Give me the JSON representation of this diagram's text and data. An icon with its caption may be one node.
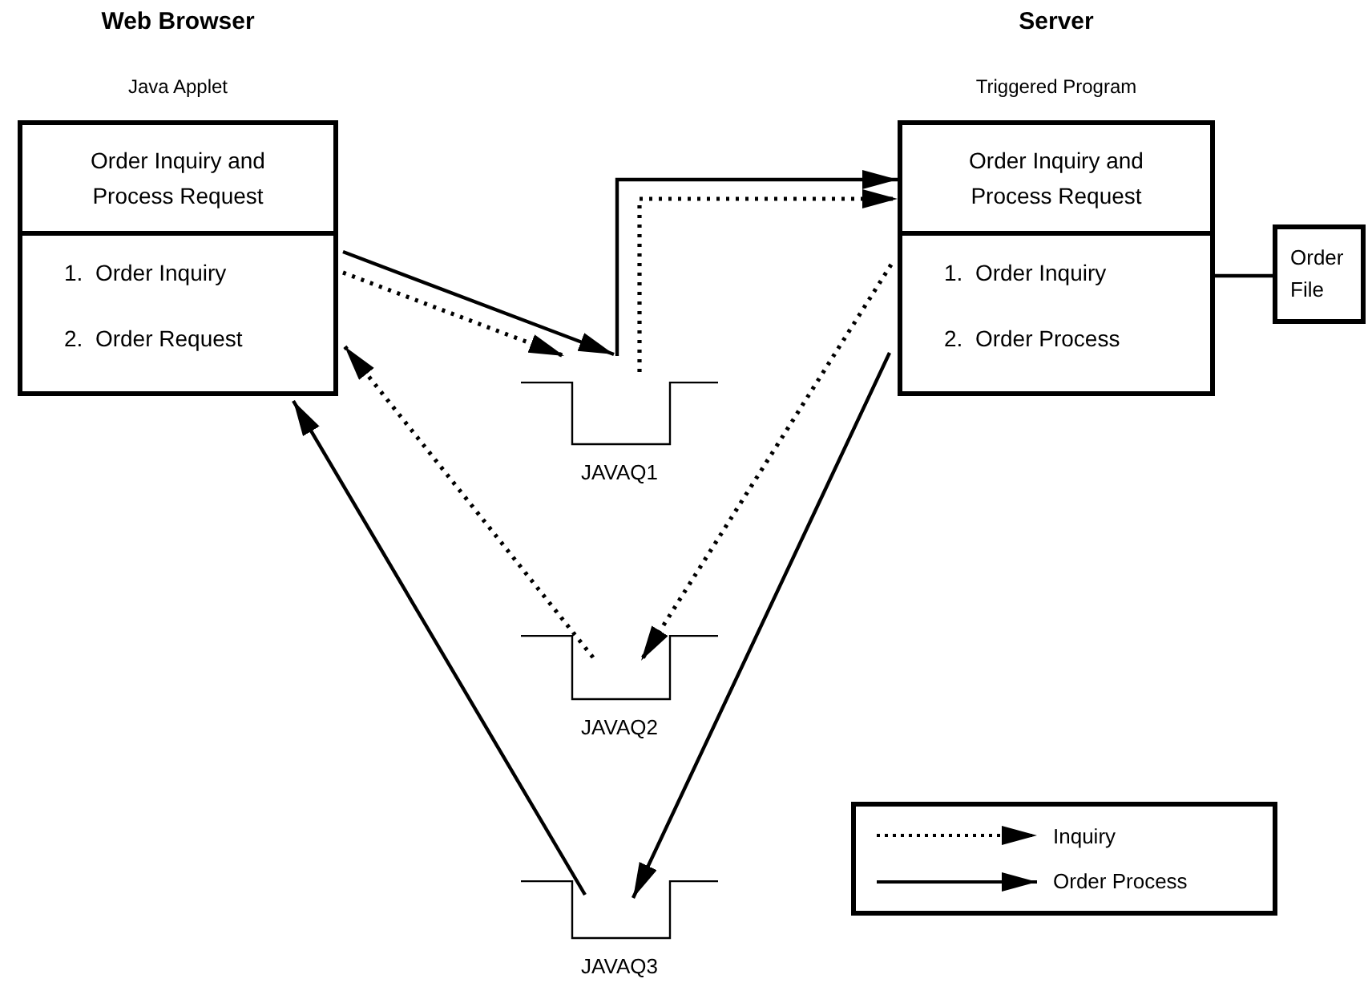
{
  "diagram": {
    "nodes": [
      {
        "text": [
          "Web Browser",
          "Java Applet",
          "Order Inquiry and Process Request",
          "1.  Order Inquiry",
          "2.  Order Request"
        ]
      },
      {
        "text": [
          "Server",
          "Triggered Program",
          "Order Inquiry and Process Request",
          "1.  Order Inquiry",
          "2.  Order Process"
        ]
      },
      {
        "text": [
          "Order File"
        ]
      },
      {
        "text": [
          "JAVAQ1"
        ]
      },
      {
        "text": [
          "JAVAQ2"
        ]
      },
      {
        "text": [
          "JAVAQ3"
        ]
      }
    ],
    "edges": [
      {
        "from": 0,
        "to": 3,
        "arrow": "to"
      },
      {
        "from": 0,
        "to": 3,
        "arrow": "to",
        "style": "dashed"
      },
      {
        "from": 3,
        "to": 1,
        "arrow": "to"
      },
      {
        "from": 3,
        "to": 1,
        "arrow": "to",
        "style": "dashed"
      },
      {
        "from": 1,
        "to": 4,
        "arrow": "to",
        "style": "dashed"
      },
      {
        "from": 4,
        "to": 0,
        "arrow": "to",
        "style": "dashed"
      },
      {
        "from": 1,
        "to": 5,
        "arrow": "to"
      },
      {
        "from": 5,
        "to": 0,
        "arrow": "to"
      },
      {
        "from": 1,
        "to": 2,
        "arrow": "none"
      }
    ],
    "legend": [
      {
        "text": "Inquiry"
      },
      {
        "text": "Order Process"
      }
    ]
  }
}
